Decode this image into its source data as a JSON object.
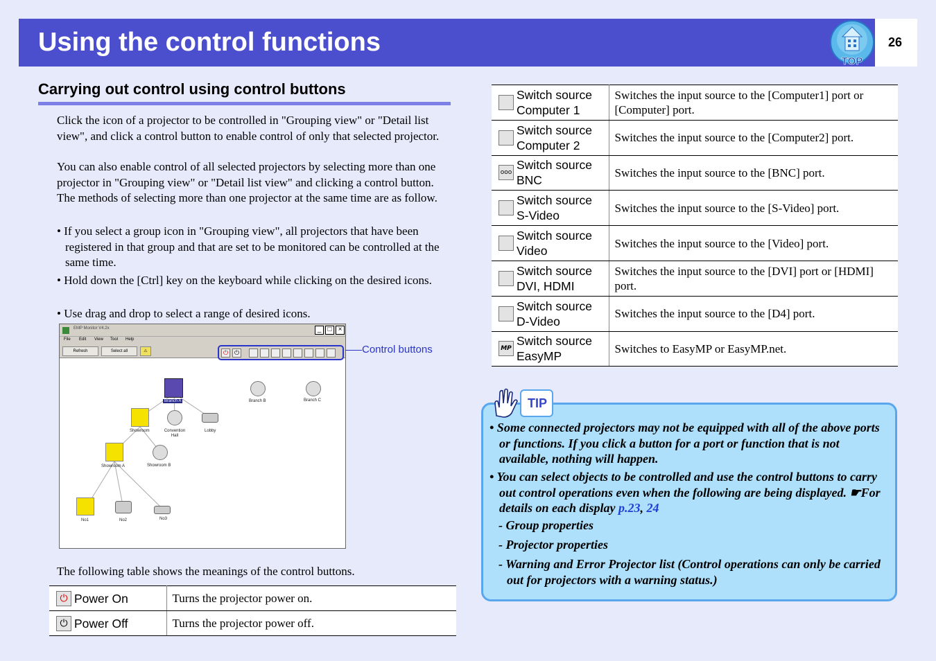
{
  "header": {
    "title": "Using the control functions",
    "page_number": "26",
    "top_icon_label": "TOP"
  },
  "section": {
    "heading": "Carrying out control using control buttons",
    "para1": "Click the icon of a projector to be controlled in \"Grouping view\" or \"Detail list view\", and click a control button to enable control of only that selected projector.",
    "para2": "You can also enable control of all selected projectors by selecting more than one projector in \"Grouping view\" or \"Detail list view\" and clicking a control button. The methods of selecting more than one projector at the same time are as follow.",
    "bullets": [
      "• If you select a group icon in \"Grouping view\", all projectors that have been registered in that group and that are set to be monitored can be controlled at the same time.",
      "• Hold down the [Ctrl] key on the keyboard while clicking on the desired icons.",
      "• Use drag and drop to select a range of desired icons."
    ],
    "table_intro": "The following table shows the meanings of the control buttons."
  },
  "screenshot": {
    "window_title": "EMP Monitor V4.2x",
    "menus": [
      "File",
      "Edit",
      "View",
      "Tool",
      "Help"
    ],
    "refresh_label": "Refresh",
    "select_all_label": "Select all",
    "callout": "Control buttons",
    "nodes": {
      "branch_a": "Branch A",
      "branch_b": "Branch B",
      "branch_c": "Branch C",
      "showroom": "Showroom",
      "convention_hall": "Convention Hall",
      "lobby": "Lobby",
      "showroom_a": "Showroom A",
      "showroom_b": "Showroom B",
      "no1": "No1",
      "no2": "No2",
      "no3": "No3"
    }
  },
  "left_table": [
    {
      "name": "Power On",
      "icon": "power-on-icon",
      "desc": "Turns the projector power on."
    },
    {
      "name": "Power Off",
      "icon": "power-off-icon",
      "desc": "Turns the projector power off."
    }
  ],
  "right_table": [
    {
      "line1": "Switch source",
      "line2": "Computer 1",
      "icon": "computer1-icon",
      "desc": "Switches the input source to the [Computer1] port or [Computer] port."
    },
    {
      "line1": "Switch source",
      "line2": "Computer 2",
      "icon": "computer2-icon",
      "desc": "Switches the input source to the [Computer2] port."
    },
    {
      "line1": "Switch source",
      "line2": "BNC",
      "icon": "bnc-icon",
      "desc": "Switches the input source to the [BNC] port."
    },
    {
      "line1": "Switch source",
      "line2": "S-Video",
      "icon": "s-video-icon",
      "desc": "Switches the input source to the [S-Video] port."
    },
    {
      "line1": "Switch source",
      "line2": "Video",
      "icon": "video-icon",
      "desc": "Switches the input source to the [Video] port."
    },
    {
      "line1": "Switch source",
      "line2": "DVI, HDMI",
      "icon": "dvi-hdmi-icon",
      "desc": "Switches the input source to the [DVI] port or [HDMI] port."
    },
    {
      "line1": "Switch source",
      "line2": "D-Video",
      "icon": "d-video-icon",
      "desc": "Switches the input source to the [D4] port."
    },
    {
      "line1": "Switch source",
      "line2": "EasyMP",
      "icon": "easymp-icon",
      "desc": "Switches to EasyMP or EasyMP.net."
    }
  ],
  "tip": {
    "label": "TIP",
    "bullet1": "• Some connected projectors may not be equipped with all of the above ports or functions. If you click a button for a port or function that is not available, nothing will happen.",
    "bullet2_text": "• You can select objects to be controlled and use the control buttons to carry out control operations even when the following are being displayed. ☛For details on each display ",
    "link1": "p.23",
    "link_sep": ", ",
    "link2": "24",
    "sub_items": [
      "- Group properties",
      "- Projector properties",
      "- Warning and Error Projector list (Control operations can only be carried out for projectors with a warning status.)"
    ]
  },
  "colors": {
    "header_bar": "#4b4fcd",
    "page_bg": "#e6eafb",
    "tip_bg": "#aee0fb",
    "tip_border": "#5aa6ec",
    "link": "#1f3fd8",
    "callout": "#2a34c8"
  }
}
